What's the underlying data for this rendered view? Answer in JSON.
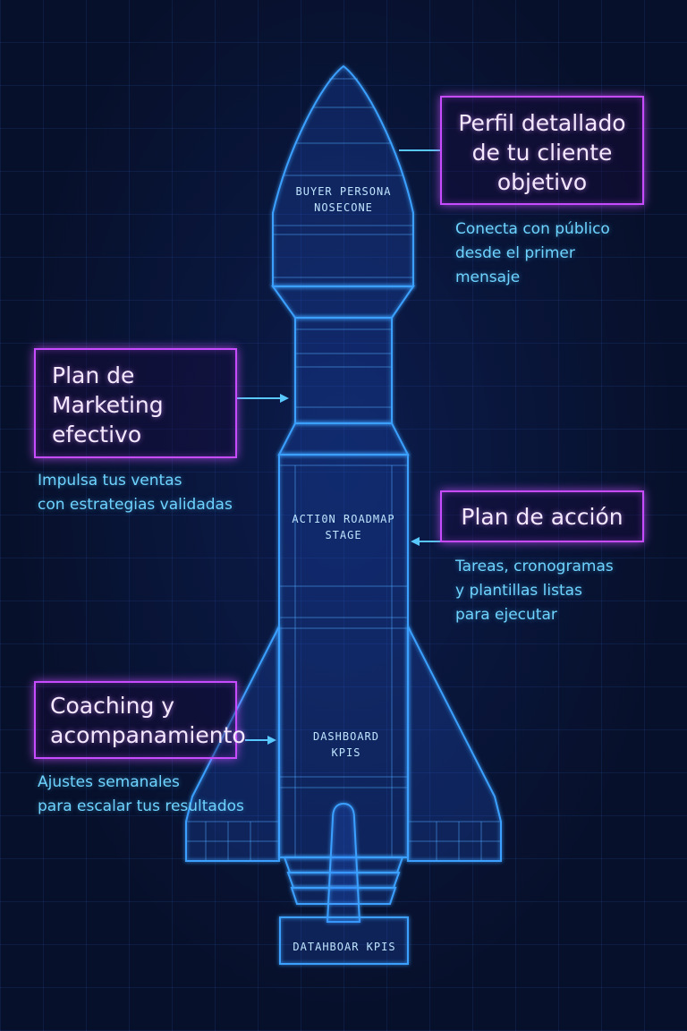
{
  "rocket": {
    "nosecone_label_1": "BUYER PERSONA",
    "nosecone_label_2": "NOSECONE",
    "stage_label_1": "ACTI0N ROADMAP",
    "stage_label_2": "STAGE",
    "dashboard_label_1": "DASHBOARD",
    "dashboard_label_2": "KPIS",
    "base_label": "DATAHBOAR KPIS"
  },
  "callouts": {
    "buyer_persona": {
      "title_line1": "Perfil detallado",
      "title_line2": "de tu cliente",
      "title_line3": "objetivo",
      "desc_line1": "Conecta con público",
      "desc_line2": "desde el primer",
      "desc_line3": "mensaje"
    },
    "marketing_plan": {
      "title_line1": "Plan de",
      "title_line2": "Marketing",
      "title_line3": "efectivo",
      "desc_line1": "Impulsa tus ventas",
      "desc_line2": "con estrategias validadas"
    },
    "action_plan": {
      "title_line1": "Plan de acción",
      "desc_line1": "Tareas, cronogramas",
      "desc_line2": "y plantillas listas",
      "desc_line3": "para ejecutar"
    },
    "coaching": {
      "title_line1": "Coaching y",
      "title_line2": "acompanamiento",
      "desc_line1": "Ajustes semanales",
      "desc_line2": "para escalar tus resultados"
    }
  },
  "colors": {
    "background": "#07102a",
    "rocket_line": "#3aa0ff",
    "box_border": "#c74cff",
    "desc_text": "#6ed4ff"
  }
}
